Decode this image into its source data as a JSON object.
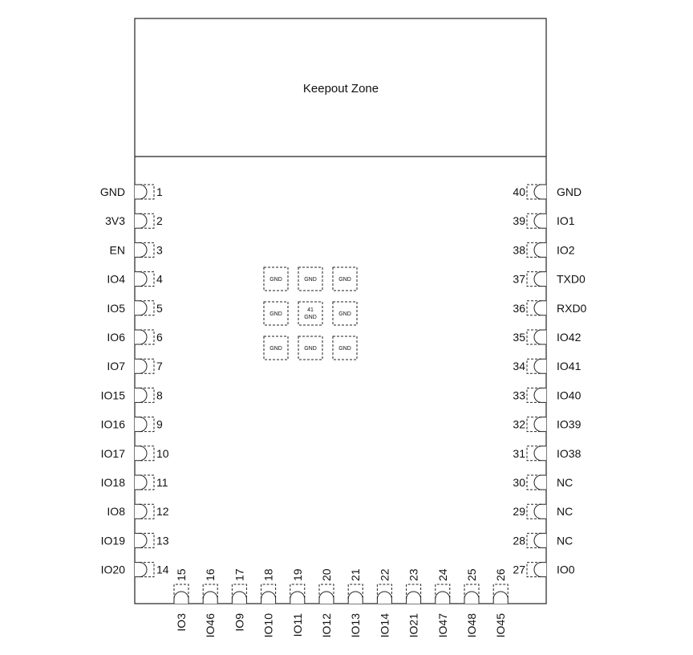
{
  "module": {
    "keepout_label": "Keepout Zone"
  },
  "left_pins": [
    {
      "num": "1",
      "name": "GND"
    },
    {
      "num": "2",
      "name": "3V3"
    },
    {
      "num": "3",
      "name": "EN"
    },
    {
      "num": "4",
      "name": "IO4"
    },
    {
      "num": "5",
      "name": "IO5"
    },
    {
      "num": "6",
      "name": "IO6"
    },
    {
      "num": "7",
      "name": "IO7"
    },
    {
      "num": "8",
      "name": "IO15"
    },
    {
      "num": "9",
      "name": "IO16"
    },
    {
      "num": "10",
      "name": "IO17"
    },
    {
      "num": "11",
      "name": "IO18"
    },
    {
      "num": "12",
      "name": "IO8"
    },
    {
      "num": "13",
      "name": "IO19"
    },
    {
      "num": "14",
      "name": "IO20"
    }
  ],
  "right_pins": [
    {
      "num": "40",
      "name": "GND"
    },
    {
      "num": "39",
      "name": "IO1"
    },
    {
      "num": "38",
      "name": "IO2"
    },
    {
      "num": "37",
      "name": "TXD0"
    },
    {
      "num": "36",
      "name": "RXD0"
    },
    {
      "num": "35",
      "name": "IO42"
    },
    {
      "num": "34",
      "name": "IO41"
    },
    {
      "num": "33",
      "name": "IO40"
    },
    {
      "num": "32",
      "name": "IO39"
    },
    {
      "num": "31",
      "name": "IO38"
    },
    {
      "num": "30",
      "name": "NC"
    },
    {
      "num": "29",
      "name": "NC"
    },
    {
      "num": "28",
      "name": "NC"
    },
    {
      "num": "27",
      "name": "IO0"
    }
  ],
  "bottom_pins": [
    {
      "num": "15",
      "name": "IO3"
    },
    {
      "num": "16",
      "name": "IO46"
    },
    {
      "num": "17",
      "name": "IO9"
    },
    {
      "num": "18",
      "name": "IO10"
    },
    {
      "num": "19",
      "name": "IO11"
    },
    {
      "num": "20",
      "name": "IO12"
    },
    {
      "num": "21",
      "name": "IO13"
    },
    {
      "num": "22",
      "name": "IO14"
    },
    {
      "num": "23",
      "name": "IO21"
    },
    {
      "num": "24",
      "name": "IO47"
    },
    {
      "num": "25",
      "name": "IO48"
    },
    {
      "num": "26",
      "name": "IO45"
    }
  ],
  "center_pads": [
    {
      "label": "GND"
    },
    {
      "label": "GND"
    },
    {
      "label": "GND"
    },
    {
      "label": "GND"
    },
    {
      "label": "GND",
      "num": "41"
    },
    {
      "label": "GND"
    },
    {
      "label": "GND"
    },
    {
      "label": "GND"
    },
    {
      "label": "GND"
    }
  ]
}
